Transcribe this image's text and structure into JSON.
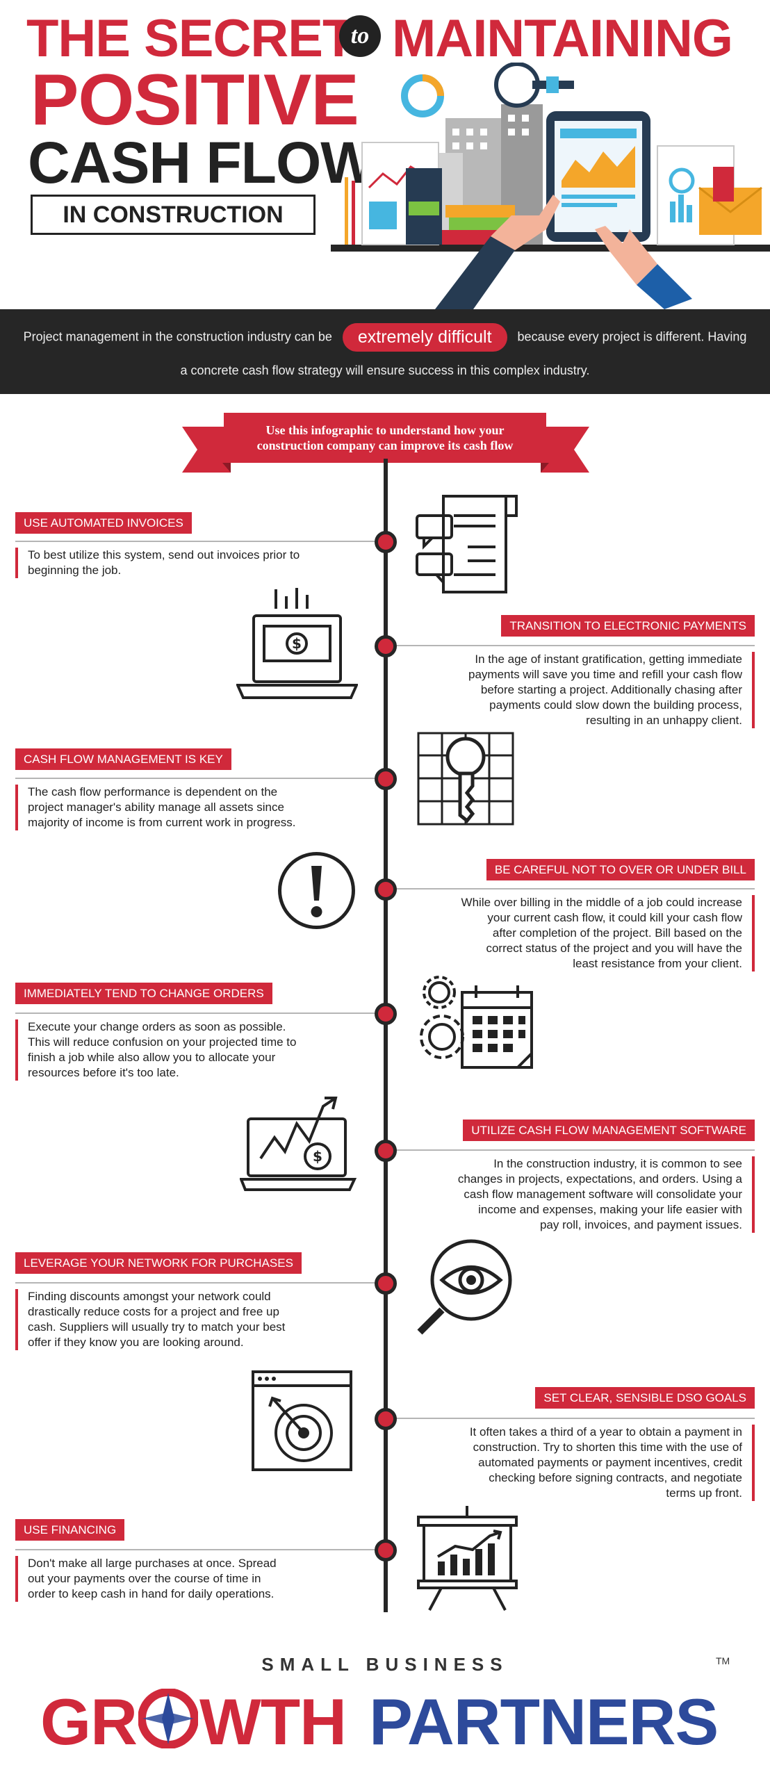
{
  "header": {
    "line1a": "THE SECRET",
    "to": "to",
    "line1b": "MAINTAINING",
    "line2": "POSITIVE",
    "line3": "CASH FLOW",
    "line4": "IN CONSTRUCTION"
  },
  "intro": {
    "before": "Project management in the construction industry can be",
    "highlight": "extremely difficult",
    "after": "because every project is different. Having",
    "line2": "a concrete cash flow strategy will ensure success in this complex industry."
  },
  "ribbon": {
    "line1": "Use this infographic to understand how your",
    "line2": "construction company can improve its cash flow"
  },
  "tips": [
    {
      "title": "USE AUTOMATED INVOICES",
      "lines": [
        "To best utilize this system, send out invoices prior to",
        "beginning the job."
      ]
    },
    {
      "title": "TRANSITION TO ELECTRONIC PAYMENTS",
      "lines": [
        "In the age of instant gratification, getting immediate",
        "payments will save you time and refill your cash flow",
        "before starting a project. Additionally chasing after",
        "payments could slow down the building process,",
        "resulting in an unhappy client."
      ]
    },
    {
      "title": "CASH FLOW MANAGEMENT IS KEY",
      "lines": [
        "The cash flow performance is dependent on the",
        "project manager's ability manage all assets since",
        "majority of income is from current work in progress."
      ]
    },
    {
      "title": "BE CAREFUL NOT TO OVER OR UNDER BILL",
      "lines": [
        "While over billing in the middle of a job could increase",
        "your current cash flow, it could kill your cash flow",
        "after completion of the project. Bill based on the",
        "correct status of the project and you will have the",
        "least  resistance from your client."
      ]
    },
    {
      "title": "IMMEDIATELY TEND TO CHANGE ORDERS",
      "lines": [
        "Execute your change orders as soon as possible.",
        "This will reduce confusion on your projected time to",
        "finish a job while also allow you to allocate your",
        "resources before it's too late."
      ]
    },
    {
      "title": "UTILIZE CASH FLOW MANAGEMENT SOFTWARE",
      "lines": [
        "In the construction industry, it is common to see",
        "changes in projects, expectations, and orders. Using a",
        "cash flow management software will consolidate your",
        "income and expenses, making your life easier with",
        "pay roll, invoices, and payment issues."
      ]
    },
    {
      "title": "LEVERAGE YOUR NETWORK FOR PURCHASES",
      "lines": [
        "Finding discounts amongst your network could",
        "drastically reduce costs for a project and free up",
        "cash. Suppliers will usually try to match your best",
        "offer if they know you are looking around."
      ]
    },
    {
      "title": "SET CLEAR, SENSIBLE DSO GOALS",
      "lines": [
        "It often takes a third of a year to obtain a payment in",
        "construction.  Try to shorten this time with the use of",
        "automated payments or payment incentives, credit",
        "checking before signing contracts, and negotiate",
        "terms up front."
      ]
    },
    {
      "title": "USE FINANCING",
      "lines": [
        "Don't make all large purchases at once. Spread",
        "out your payments over the course of time in",
        "order to keep cash in hand for daily operations."
      ]
    }
  ],
  "footer": {
    "small_business": "SMALL BUSINESS",
    "growth_a": "GR",
    "growth_b": "WTH",
    "partners": "PARTNERS",
    "tm": "TM"
  },
  "colors": {
    "accent": "#d0293b",
    "dark": "#262626",
    "navy": "#2d4a9b"
  },
  "icons": [
    "invoice-icon",
    "laptop-payment-icon",
    "key-grid-icon",
    "warning-icon",
    "gear-calendar-icon",
    "laptop-chart-icon",
    "eye-magnifier-icon",
    "target-window-icon",
    "presentation-chart-icon"
  ]
}
